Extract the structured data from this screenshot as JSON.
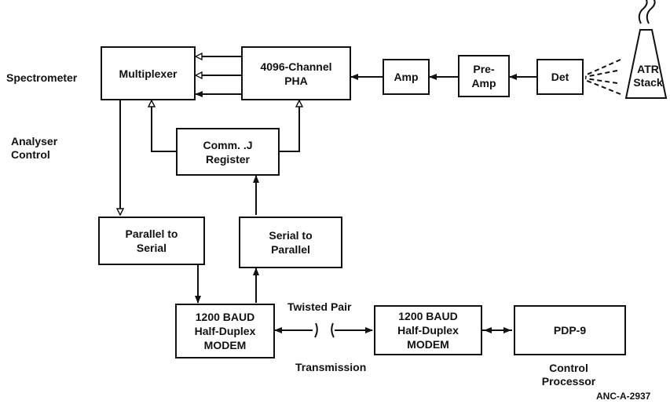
{
  "blocks": {
    "multiplexer": "Multiplexer",
    "pha_line1": "4096-Channel",
    "pha_line2": "PHA",
    "amp": "Amp",
    "preamp_line1": "Pre-",
    "preamp_line2": "Amp",
    "det": "Det",
    "atr_line1": "ATR",
    "atr_line2": "Stack",
    "register_line1": "Comm. .J",
    "register_line2": "Register",
    "p2s_line1": "Parallel to",
    "p2s_line2": "Serial",
    "s2p_line1": "Serial to",
    "s2p_line2": "Parallel",
    "modem1_line1": "1200 BAUD",
    "modem1_line2": "Half-Duplex",
    "modem1_line3": "MODEM",
    "modem2_line1": "1200 BAUD",
    "modem2_line2": "Half-Duplex",
    "modem2_line3": "MODEM",
    "pdp": "PDP-9"
  },
  "labels": {
    "spectrometer": "Spectrometer",
    "analyser_line1": "Analyser",
    "analyser_line2": "Control",
    "twisted_pair": "Twisted Pair",
    "transmission": "Transmission",
    "control_line1": "Control",
    "control_line2": "Processor",
    "figure_id": "ANC-A-2937"
  }
}
